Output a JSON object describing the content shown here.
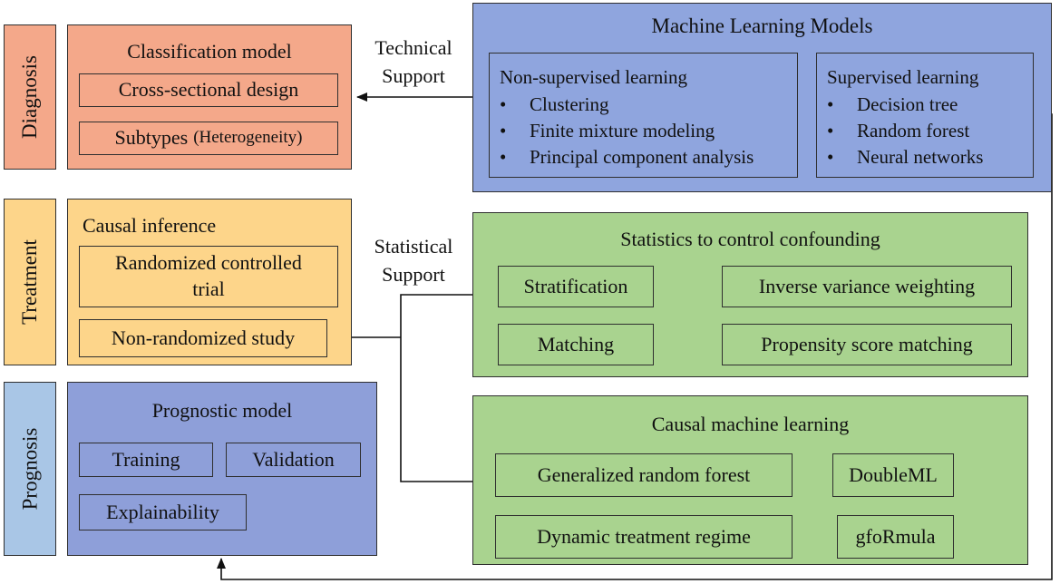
{
  "colors": {
    "diagnosis": "#f4a88a",
    "treatment": "#fdd58a",
    "prognosis_side": "#a9c6e6",
    "prognosis_main": "#8e9fd9",
    "ml": "#8fa5de",
    "green": "#a9d38f",
    "line": "#111111"
  },
  "sections": {
    "diagnosis": "Diagnosis",
    "treatment": "Treatment",
    "prognosis": "Prognosis"
  },
  "classification": {
    "title": "Classification model",
    "items": [
      "Cross-sectional design",
      "Subtypes"
    ],
    "subtypes_suffix": "(Heterogeneity)"
  },
  "causal_inference": {
    "title": "Causal inference",
    "rct_line1": "Randomized controlled",
    "rct_line2": "trial",
    "nonrandom": "Non-randomized study"
  },
  "prognostic": {
    "title": "Prognostic model",
    "items": [
      "Training",
      "Validation",
      "Explainability"
    ]
  },
  "ml_models": {
    "title": "Machine Learning Models",
    "unsupervised": {
      "title": "Non-supervised learning",
      "items": [
        "Clustering",
        "Finite mixture modeling",
        "Principal component analysis"
      ]
    },
    "supervised": {
      "title": "Supervised learning",
      "items": [
        "Decision tree",
        "Random forest",
        "Neural networks"
      ]
    }
  },
  "statistics": {
    "title": "Statistics to control confounding",
    "items": [
      "Stratification",
      "Inverse variance weighting",
      "Matching",
      "Propensity score matching"
    ]
  },
  "causal_ml": {
    "title": "Causal machine learning",
    "items": [
      "Generalized random forest",
      "DoubleML",
      "Dynamic treatment regime",
      "gfoRmula"
    ]
  },
  "labels": {
    "technical_1": "Technical",
    "technical_2": "Support",
    "statistical_1": "Statistical",
    "statistical_2": "Support"
  }
}
